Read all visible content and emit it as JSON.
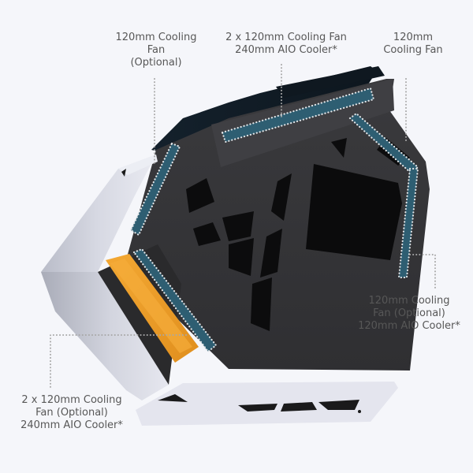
{
  "image": {
    "subject": "PC case exploded view with cooling mount locations",
    "background_color": "#f5f6fa",
    "accent_colors": {
      "fan_zone": "#2e5e72",
      "fan_zone_dots": "#dfe3e6",
      "psu_shroud": "#f0a02a",
      "chassis_dark": "#3b3b3e",
      "panel_white": "#dfe1ea",
      "top_panel": "#14202b",
      "leader_line": "#a8a8a8"
    }
  },
  "labels": {
    "top_left": {
      "lines": [
        "120mm Cooling",
        "Fan",
        "(Optional)"
      ]
    },
    "top_center": {
      "lines": [
        "2 x 120mm Cooling Fan",
        "240mm AIO Cooler*"
      ]
    },
    "top_right": {
      "lines": [
        "120mm",
        "Cooling Fan"
      ]
    },
    "right": {
      "lines": [
        "120mm Cooling",
        "Fan (Optional)",
        "120mm AIO Cooler*"
      ]
    },
    "bottom_left": {
      "lines": [
        "2 x 120mm Cooling",
        "Fan (Optional)",
        "240mm AIO Cooler*"
      ]
    }
  }
}
